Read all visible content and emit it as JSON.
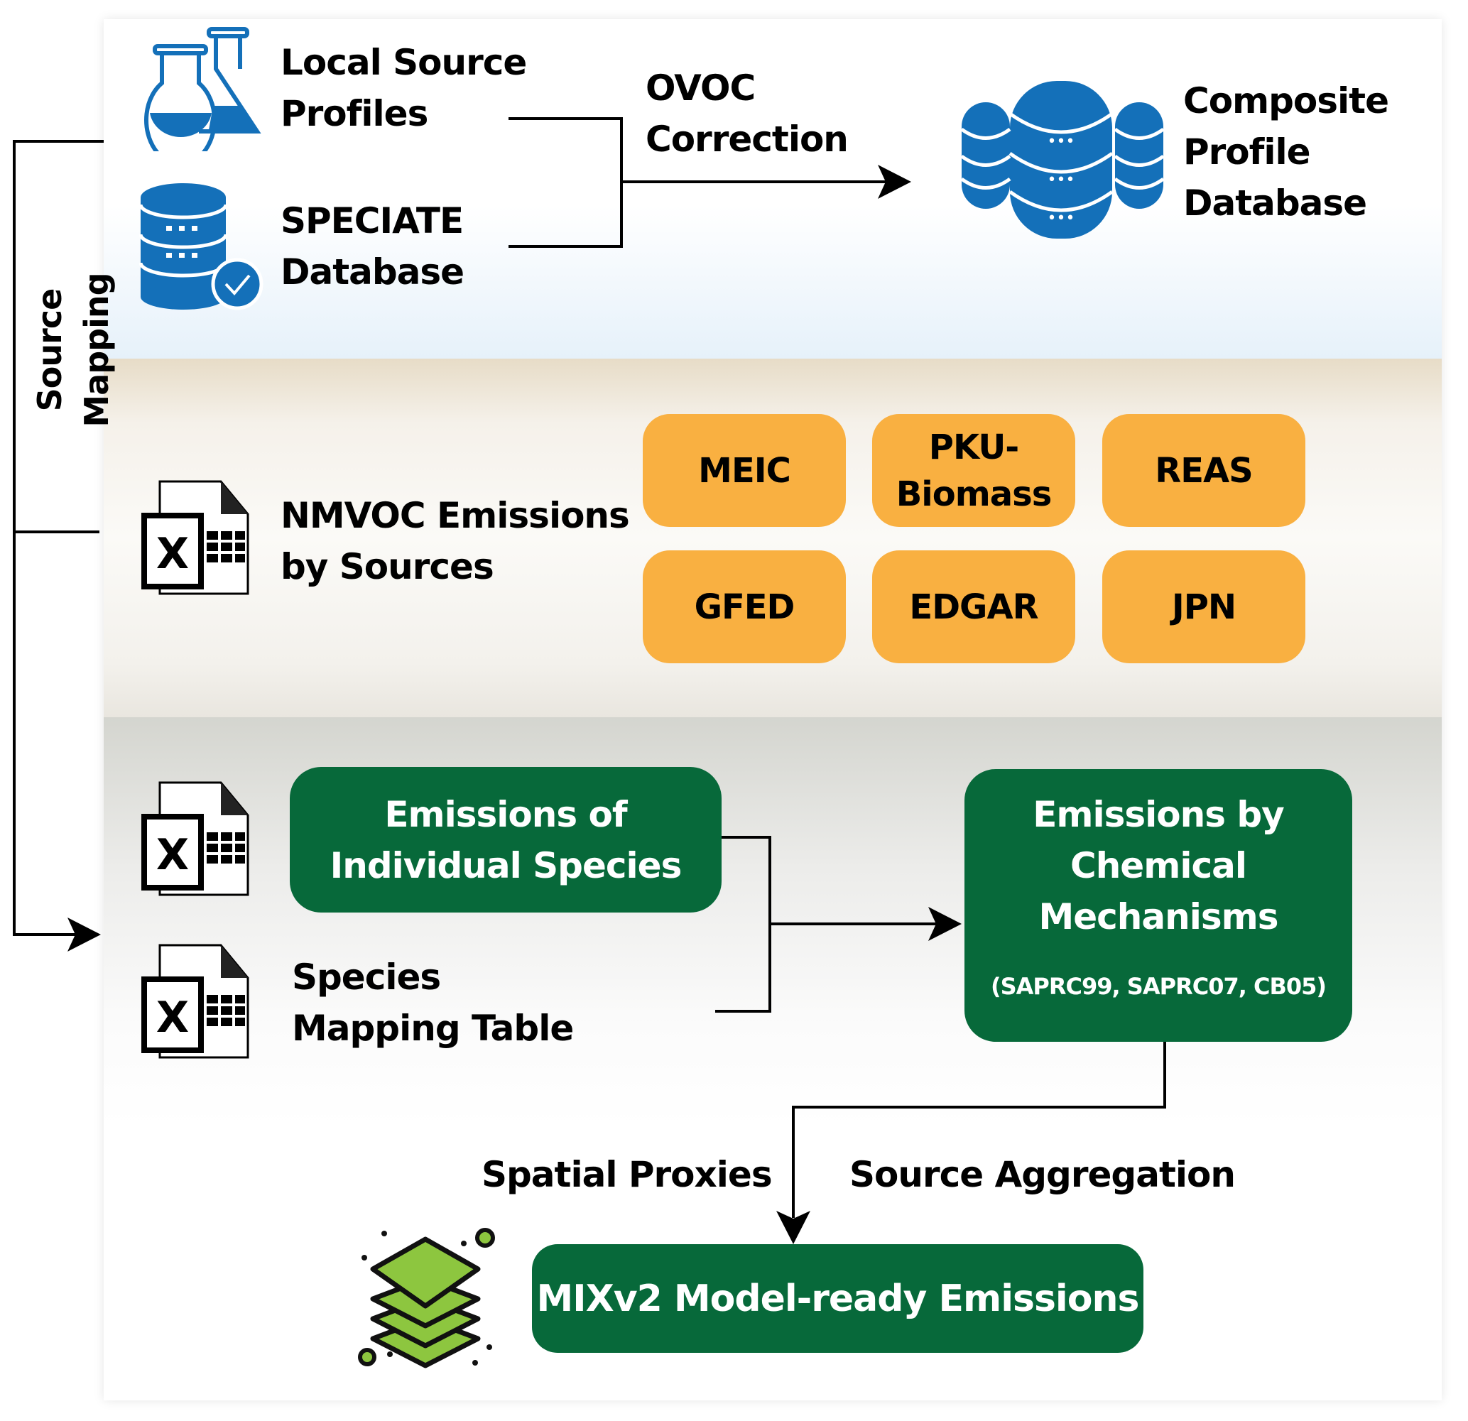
{
  "side_label": "Source Mapping",
  "top": {
    "local_source_profiles": "Local Source\nProfiles",
    "speciate_database": "SPECIATE\nDatabase",
    "ovoc_correction": "OVOC\nCorrection",
    "composite_profile_database": "Composite\nProfile\nDatabase"
  },
  "middle": {
    "nmvoc_label": "NMVOC Emissions\nby Sources",
    "inventories": [
      "MEIC",
      "PKU-\nBiomass",
      "REAS",
      "GFED",
      "EDGAR",
      "JPN"
    ]
  },
  "bottom": {
    "individual_species": "Emissions of\nIndividual Species",
    "species_mapping_table": "Species\nMapping Table",
    "chemical_mechanisms": "Emissions by\nChemical\nMechanisms",
    "mechanism_list": "(SAPRC99, SAPRC07, CB05)",
    "spatial_proxies": "Spatial Proxies",
    "source_aggregation": "Source Aggregation",
    "model_ready": "MIXv2 Model-ready Emissions"
  },
  "colors": {
    "icon_blue": "#1470b9",
    "inventory_orange": "#f9b041",
    "box_green": "#07693a",
    "layers_green": "#8dc63f"
  }
}
